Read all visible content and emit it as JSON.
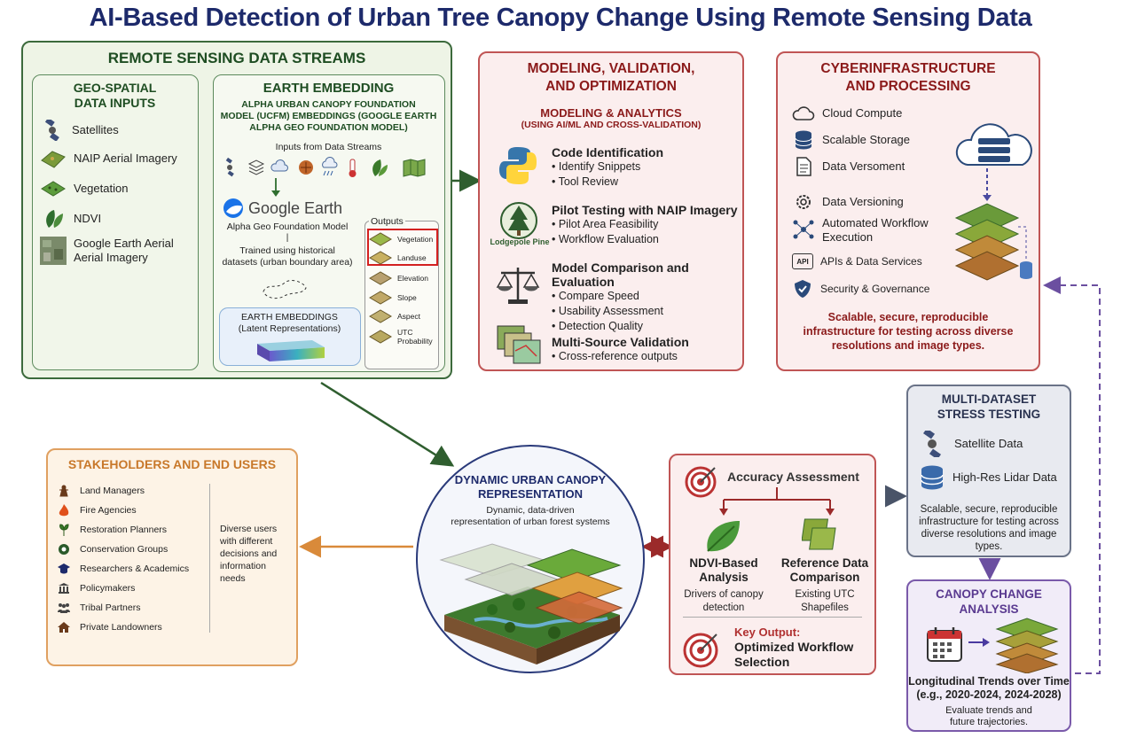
{
  "title": "AI-Based Detection of Urban Tree Canopy Change Using Remote Sensing Data",
  "rs": {
    "title": "REMOTE SENSING DATA STREAMS",
    "geo": {
      "title_l1": "GEO-SPATIAL",
      "title_l2": "DATA INPUTS",
      "items": [
        "Satellites",
        "NAIP Aerial Imagery",
        "Vegetation",
        "NDVI",
        "Google Earth Aerial",
        "Aerial Imagery"
      ]
    },
    "ee": {
      "title": "EARTH EMBEDDING",
      "sub_l1": "ALPHA URBAN CANOPY FOUNDATION",
      "sub_l2": "MODEL (UCFM) EMBEDDINGS (GOOGLE EARTH",
      "sub_l3": "ALPHA GEO FOUNDATION MODEL)",
      "inputs": "Inputs from Data Streams",
      "ge": "Google Earth",
      "agfm": "Alpha Geo Foundation Model",
      "sep": "|",
      "trained_l1": "Trained using historical",
      "trained_l2": "datasets (urban boundary area)",
      "emb_l1": "EARTH EMBEDDINGS",
      "emb_l2": "(Latent Representations)",
      "outputs_title": "Outputs",
      "outputs": [
        "Vegetation",
        "Landuse",
        "Elevation",
        "Slope",
        "Aspect",
        "UTC",
        "Probability"
      ]
    }
  },
  "mvo": {
    "title_l1": "MODELING, VALIDATION,",
    "title_l2": "AND OPTIMIZATION",
    "sub_l1": "MODELING & ANALYTICS",
    "sub_l2": "(USING AI/ML AND CROSS-VALIDATION)",
    "code": {
      "title": "Code Identification",
      "b": [
        "• Identify Snippets",
        "• Tool Review"
      ]
    },
    "pilot": {
      "title": "Pilot Testing with NAIP Imagery",
      "b": [
        "• Pilot Area Feasibility",
        "• Workflow Evaluation"
      ],
      "logo": "Lodgepole Pine"
    },
    "compare": {
      "title": "Model Comparison and Evaluation",
      "b": [
        "• Compare Speed",
        "• Usability Assessment",
        "• Detection Quality"
      ]
    },
    "multi": {
      "title": "Multi-Source Validation",
      "b": [
        "• Cross-reference outputs"
      ]
    }
  },
  "cyber": {
    "title_l1": "CYBERINFRASTRUCTURE",
    "title_l2": "AND PROCESSING",
    "items": [
      "Cloud Compute",
      "Scalable Storage",
      "Data Versoment",
      "Data Versioning",
      "Automated Workflow",
      "Execution",
      "APIs & Data Services",
      "Security & Governance"
    ],
    "api_icon": "API",
    "foot_l1": "Scalable, secure, reproducible",
    "foot_l2": "infrastructure for testing across diverse",
    "foot_l3": "resolutions and image types."
  },
  "stress": {
    "title_l1": "MULTI-DATASET",
    "title_l2": "STRESS TESTING",
    "sat": "Satellite Data",
    "lidar": "High-Res Lidar Data",
    "foot_l1": "Scalable, secure, reproducible",
    "foot_l2": "infrastructure for testing across",
    "foot_l3": "diverse resolutions and image",
    "foot_l4": "types."
  },
  "canopy_change": {
    "title_l1": "CANOPY CHANGE",
    "title_l2": "ANALYSIS",
    "trend": "Longitudinal Trends over Time",
    "eg": "(e.g., 2020-2024, 2024-2028)",
    "eval_l1": "Evaluate trends and",
    "eval_l2": "future trajectories."
  },
  "stake": {
    "title": "STAKEHOLDERS AND END USERS",
    "items": [
      "Land Managers",
      "Fire Agencies",
      "Restoration Planners",
      "Conservation Groups",
      "Researchers & Academics",
      "Policymakers",
      "Tribal Partners",
      "Private Landowners"
    ],
    "side_l1": "Diverse users",
    "side_l2": "with different",
    "side_l3": "decisions and",
    "side_l4": "information",
    "side_l5": "needs"
  },
  "dyn": {
    "title_l1": "DYNAMIC URBAN CANOPY",
    "title_l2": "REPRESENTATION",
    "sub_l1": "Dynamic, data-driven",
    "sub_l2": "representation of urban forest systems"
  },
  "acc": {
    "title": "Accuracy Assessment",
    "ndvi_l1": "NDVI-Based",
    "ndvi_l2": "Analysis",
    "ndvi_s1": "Drivers of canopy",
    "ndvi_s2": "detection",
    "ref_l1": "Reference Data",
    "ref_l2": "Comparison",
    "ref_s1": "Existing UTC",
    "ref_s2": "Shapefiles",
    "key": "Key Output:",
    "opt_l1": "Optimized Workflow",
    "opt_l2": "Selection"
  },
  "colors": {
    "green": "#2f5e2f",
    "red": "#b04a4a",
    "navy": "#1d2a6b",
    "orange": "#d98a3a",
    "purple": "#6b4fa0",
    "slate": "#5a6377"
  }
}
